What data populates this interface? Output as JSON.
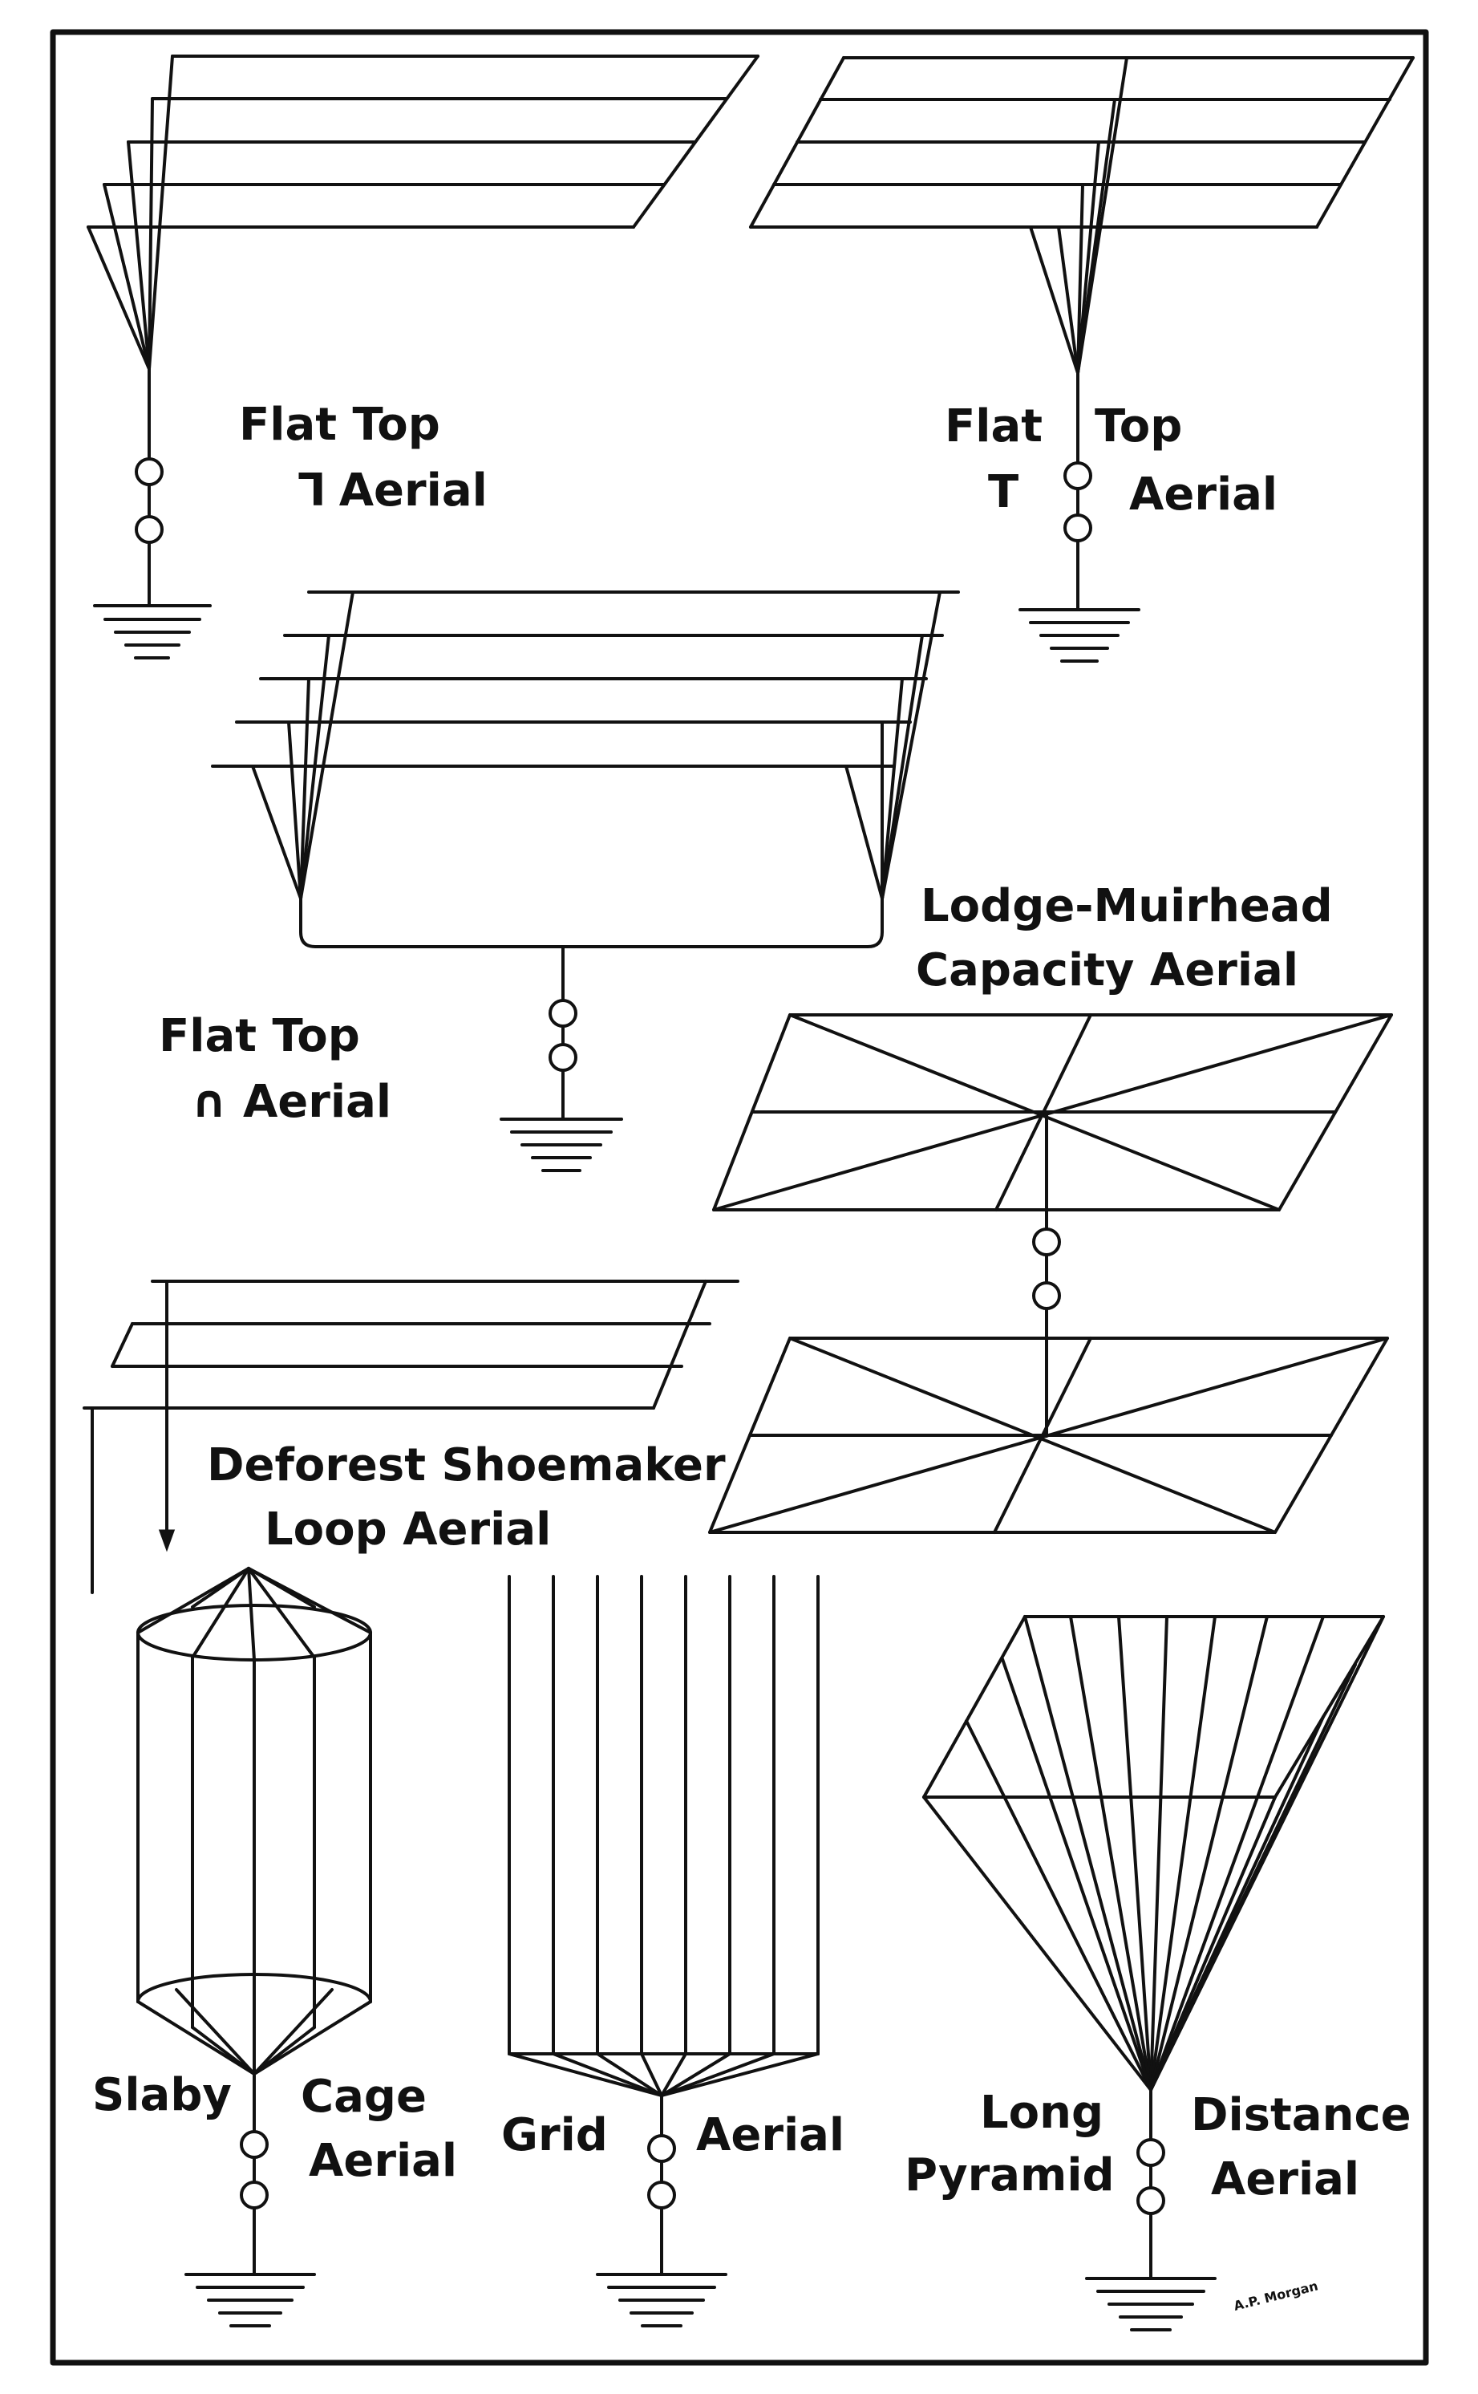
{
  "diagram": {
    "figures": [
      {
        "id": "flat-top-gamma",
        "lines": [
          "Flat Top",
          "ꓶ Aerial"
        ]
      },
      {
        "id": "flat-top-t",
        "lines": [
          "Flat",
          "Top",
          "T",
          "Aerial"
        ]
      },
      {
        "id": "flat-top-inverted-u",
        "lines": [
          "Flat Top",
          "∩ Aerial"
        ]
      },
      {
        "id": "lodge-muirhead",
        "lines": [
          "Lodge-Muirhead",
          "Capacity Aerial"
        ]
      },
      {
        "id": "deforest-shoemaker",
        "lines": [
          "Deforest Shoemaker",
          "Loop Aerial"
        ]
      },
      {
        "id": "slaby-cage",
        "lines": [
          "Slaby",
          "Cage",
          "Aerial"
        ]
      },
      {
        "id": "grid",
        "lines": [
          "Grid",
          "Aerial"
        ]
      },
      {
        "id": "long-distance-pyramid",
        "lines": [
          "Long",
          "Distance",
          "Pyramid",
          "Aerial"
        ]
      }
    ],
    "signature": "A.P. Morgan",
    "colors": {
      "ink": "#111111",
      "paper": "#ffffff"
    }
  }
}
